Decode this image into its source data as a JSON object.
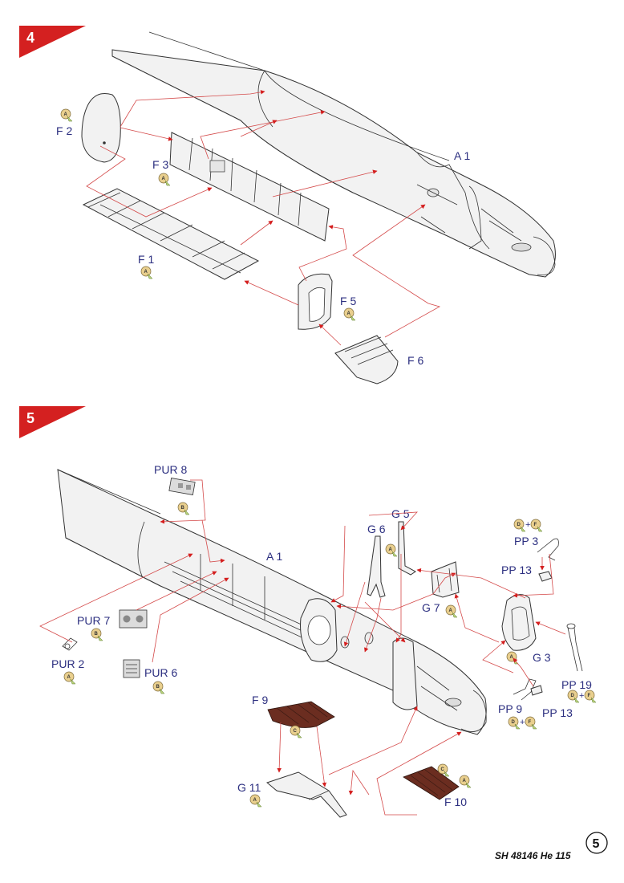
{
  "steps": [
    {
      "number": "4",
      "accent": "#d42020",
      "parts": [
        {
          "id": "F 2",
          "sprue": "A"
        },
        {
          "id": "F 3",
          "sprue": "A"
        },
        {
          "id": "A 1"
        },
        {
          "id": "F 1",
          "sprue": "A"
        },
        {
          "id": "F 5",
          "sprue": "A"
        },
        {
          "id": "F 6"
        }
      ]
    },
    {
      "number": "5",
      "accent": "#d42020",
      "parts": [
        {
          "id": "PUR 8",
          "sprue": "B"
        },
        {
          "id": "G 5"
        },
        {
          "id": "G 6",
          "sprue": "A"
        },
        {
          "id": "PP 3",
          "sprue": [
            "D",
            "F"
          ]
        },
        {
          "id": "PP 13"
        },
        {
          "id": "A 1"
        },
        {
          "id": "G 7",
          "sprue": "A"
        },
        {
          "id": "PUR 7",
          "sprue": "B"
        },
        {
          "id": "G 3",
          "sprue": "A"
        },
        {
          "id": "PUR 2",
          "sprue": "A"
        },
        {
          "id": "PUR 6",
          "sprue": "B"
        },
        {
          "id": "PP 19",
          "sprue": [
            "D",
            "F"
          ]
        },
        {
          "id": "F 9",
          "sprue": "C"
        },
        {
          "id": "PP 9",
          "sprue": [
            "D",
            "F"
          ]
        },
        {
          "id": "PP 13b",
          "label": "PP 13"
        },
        {
          "id": "G 11",
          "sprue": "A"
        },
        {
          "id": "F 10",
          "sprue": [
            "C",
            "A"
          ]
        }
      ]
    }
  ],
  "labels": {
    "s4_f2": "F 2",
    "s4_f3": "F 3",
    "s4_a1": "A 1",
    "s4_f1": "F 1",
    "s4_f5": "F 5",
    "s4_f6": "F 6",
    "s5_pur8": "PUR 8",
    "s5_g5": "G 5",
    "s5_g6": "G 6",
    "s5_pp3": "PP 3",
    "s5_pp13a": "PP 13",
    "s5_a1": "A 1",
    "s5_g7": "G 7",
    "s5_pur7": "PUR 7",
    "s5_g3": "G 3",
    "s5_pur2": "PUR 2",
    "s5_pur6": "PUR 6",
    "s5_pp19": "PP 19",
    "s5_f9": "F 9",
    "s5_pp9": "PP 9",
    "s5_pp13b": "PP 13",
    "s5_g11": "G 11",
    "s5_f10": "F 10"
  },
  "sprue_tags": {
    "A": "A",
    "B": "B",
    "C": "C",
    "D": "D",
    "F": "F",
    "plus": "+"
  },
  "footer": {
    "code": "SH 48146 He 115",
    "page": "5"
  },
  "colors": {
    "step_banner": "#d42020",
    "guide_line": "#d44a4a",
    "label_text": "#2c2f80",
    "sprue_tag": "#e9cf8e",
    "wood_part": "#6b2d20"
  }
}
